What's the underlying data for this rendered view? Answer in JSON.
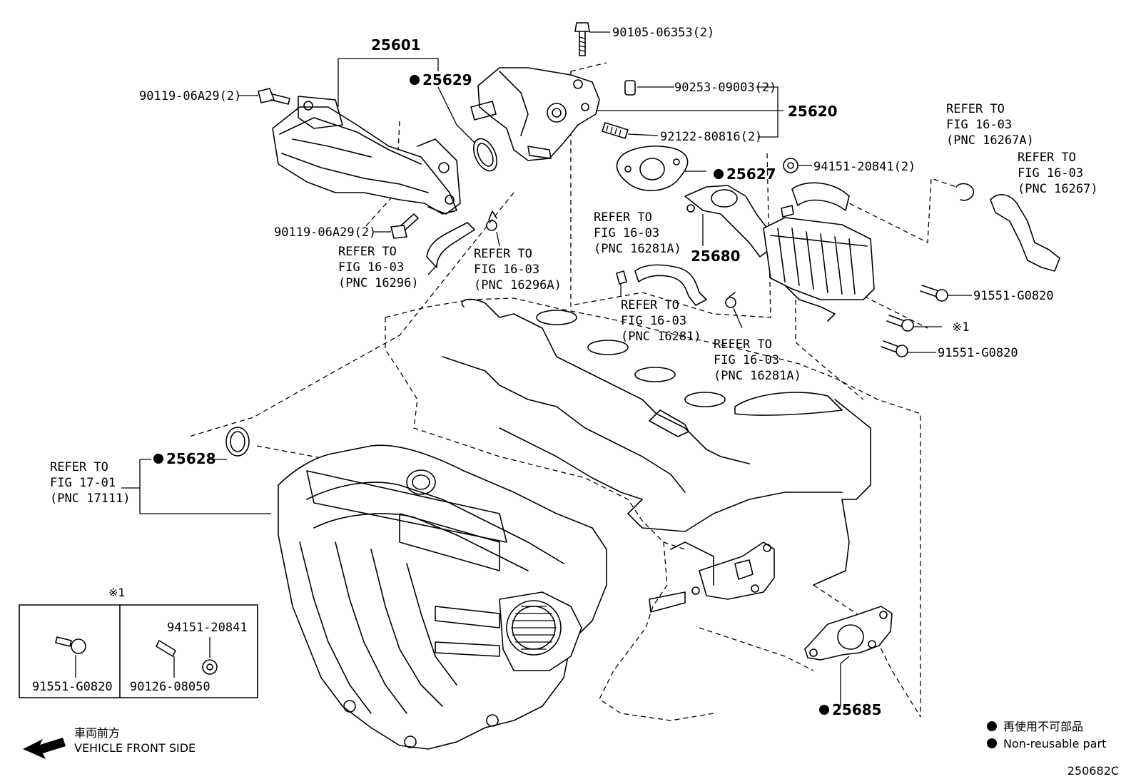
{
  "callouts": {
    "p25601": "25601",
    "p25629": "25629",
    "p90105": "90105-06353(2)",
    "p90253": "90253-09003(2)",
    "p25620": "25620",
    "p92122": "92122-80816(2)",
    "p25627": "25627",
    "p94151a": "94151-20841(2)",
    "p90119a": "90119-06A29(2)",
    "p90119b": "90119-06A29(2)",
    "p25680": "25680",
    "p91551a": "91551-G0820",
    "p91551b": "91551-G0820",
    "mark1": "※1",
    "p25628": "25628",
    "p25685": "25685"
  },
  "refs": {
    "r16296": [
      "REFER TO",
      "FIG 16-03",
      "(PNC 16296)"
    ],
    "r16296a": [
      "REFER TO",
      "FIG 16-03",
      "(PNC 16296A)"
    ],
    "r16281a_top": [
      "REFER TO",
      "FIG 16-03",
      "(PNC 16281A)"
    ],
    "r16281": [
      "REFER TO",
      "FIG 16-03",
      "(PNC 16281)"
    ],
    "r16281a": [
      "REFER TO",
      "FIG 16-03",
      "(PNC 16281A)"
    ],
    "r16267a": [
      "REFER TO",
      "FIG 16-03",
      "(PNC 16267A)"
    ],
    "r16267": [
      "REFER TO",
      "FIG 16-03",
      "(PNC 16267)"
    ],
    "r17111": [
      "REFER TO",
      "FIG 17-01",
      "(PNC 17111)"
    ]
  },
  "inset": {
    "mark": "※1",
    "left_part": "91551-G0820",
    "mid_part": "90126-08050",
    "right_part": "94151-20841"
  },
  "direction": {
    "jp": "車両前方",
    "en": "VEHICLE FRONT SIDE"
  },
  "legend": {
    "jp": "再使用不可部品",
    "en": "Non-reusable part"
  },
  "figure_id": "250682C"
}
